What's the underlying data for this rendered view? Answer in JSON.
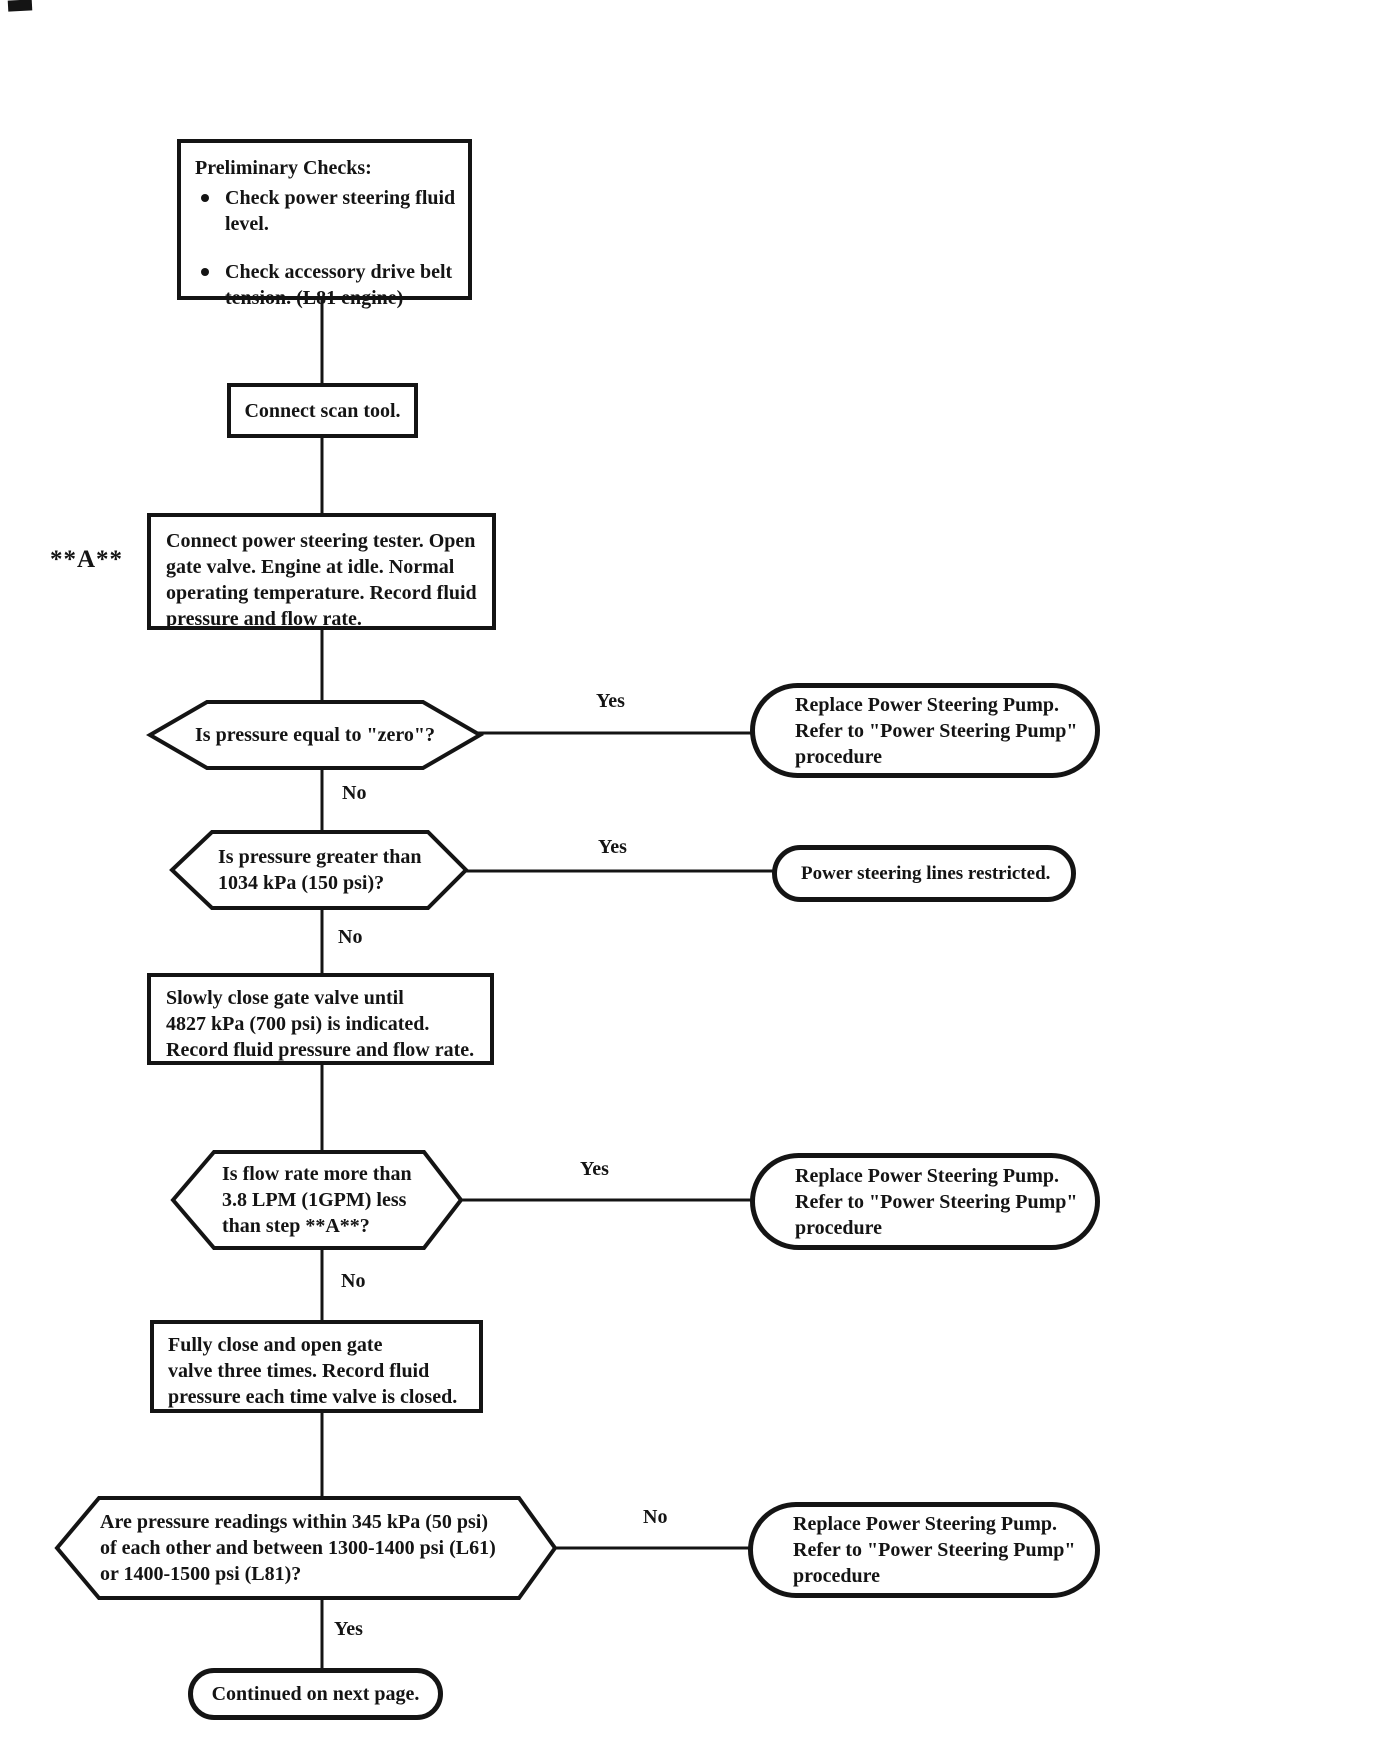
{
  "page": {
    "background": "#ffffff",
    "ink": "#141414"
  },
  "annotations": {
    "step_marker": "**A**"
  },
  "nodes": {
    "preliminary": {
      "title": "Preliminary Checks:",
      "bullets": [
        [
          "Check power steering fluid",
          "level."
        ],
        [
          "Check accessory drive belt",
          "tension. (L81 engine)"
        ]
      ]
    },
    "connect_scan": {
      "text": "Connect scan tool."
    },
    "connect_tester": {
      "lines": [
        "Connect power steering tester. Open",
        "gate valve. Engine at idle. Normal",
        "operating temperature. Record fluid",
        "pressure and flow rate."
      ]
    },
    "q_zero": {
      "text": "Is pressure equal to \"zero\"?"
    },
    "outcome_replace_1": {
      "lines": [
        "Replace Power Steering Pump.",
        "Refer to \"Power Steering Pump\"",
        "procedure"
      ]
    },
    "q_greater": {
      "lines": [
        "Is pressure greater than",
        "1034 kPa (150 psi)?"
      ]
    },
    "outcome_restricted": {
      "text": "Power steering lines restricted."
    },
    "slowly_close": {
      "lines": [
        "Slowly close gate valve until",
        "4827 kPa (700 psi) is indicated.",
        "Record fluid pressure and flow rate."
      ]
    },
    "q_flow": {
      "lines": [
        "Is flow rate more than",
        "3.8 LPM (1GPM) less",
        "than step **A**?"
      ]
    },
    "outcome_replace_2": {
      "lines": [
        "Replace Power Steering Pump.",
        "Refer to \"Power Steering Pump\"",
        "procedure"
      ]
    },
    "fully_close": {
      "lines": [
        "Fully close and open gate",
        "valve three times. Record fluid",
        "pressure each time valve is closed."
      ]
    },
    "q_range": {
      "lines": [
        "Are pressure readings within 345 kPa (50 psi)",
        "of each other and between 1300-1400 psi (L61)",
        "or 1400-1500 psi (L81)?"
      ]
    },
    "outcome_replace_3": {
      "lines": [
        "Replace Power Steering Pump.",
        "Refer to \"Power Steering Pump\"",
        "procedure"
      ]
    },
    "continued": {
      "text": "Continued on next page."
    }
  },
  "edge_labels": {
    "zero_yes": "Yes",
    "zero_no": "No",
    "greater_yes": "Yes",
    "greater_no": "No",
    "flow_yes": "Yes",
    "flow_no": "No",
    "range_no": "No",
    "range_yes": "Yes"
  }
}
